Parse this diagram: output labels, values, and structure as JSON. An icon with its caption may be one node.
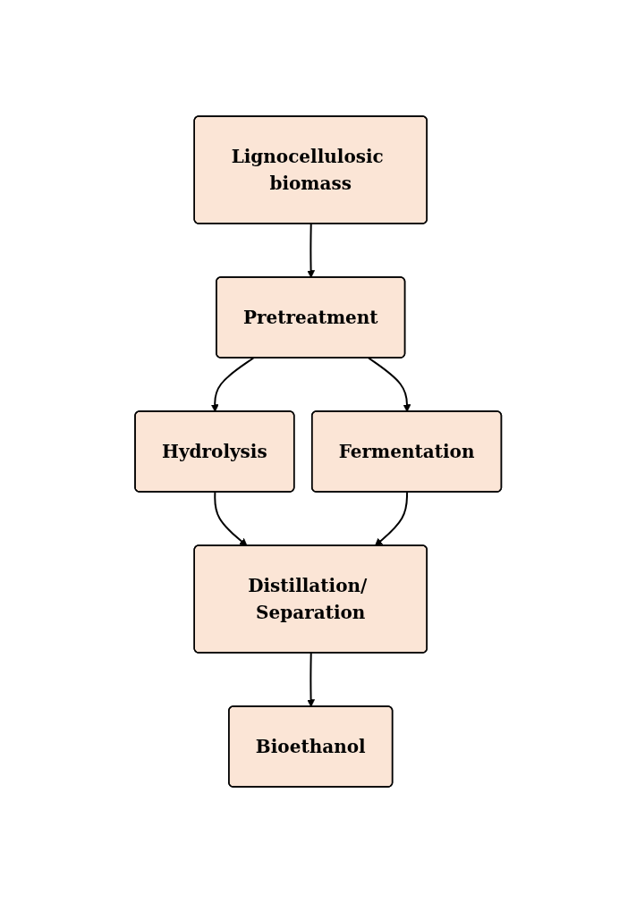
{
  "diagram": {
    "nodes": [
      {
        "text": [
          "Lignocellulosic biomass"
        ]
      },
      {
        "text": [
          "Pretreatment"
        ]
      },
      {
        "text": [
          "Hydrolysis"
        ]
      },
      {
        "text": [
          "Fermentation"
        ]
      },
      {
        "text": [
          "Distillation/ Separation"
        ]
      },
      {
        "text": [
          "Bioethanol"
        ]
      }
    ],
    "edges": [
      {
        "from": 0,
        "to": 1,
        "arrow": "to"
      },
      {
        "from": 1,
        "to": 2,
        "arrow": "to"
      },
      {
        "from": 1,
        "to": 3,
        "arrow": "to"
      },
      {
        "from": 2,
        "to": 4,
        "arrow": "to"
      },
      {
        "from": 3,
        "to": 4,
        "arrow": "to"
      },
      {
        "from": 4,
        "to": 5,
        "arrow": "to"
      }
    ]
  }
}
